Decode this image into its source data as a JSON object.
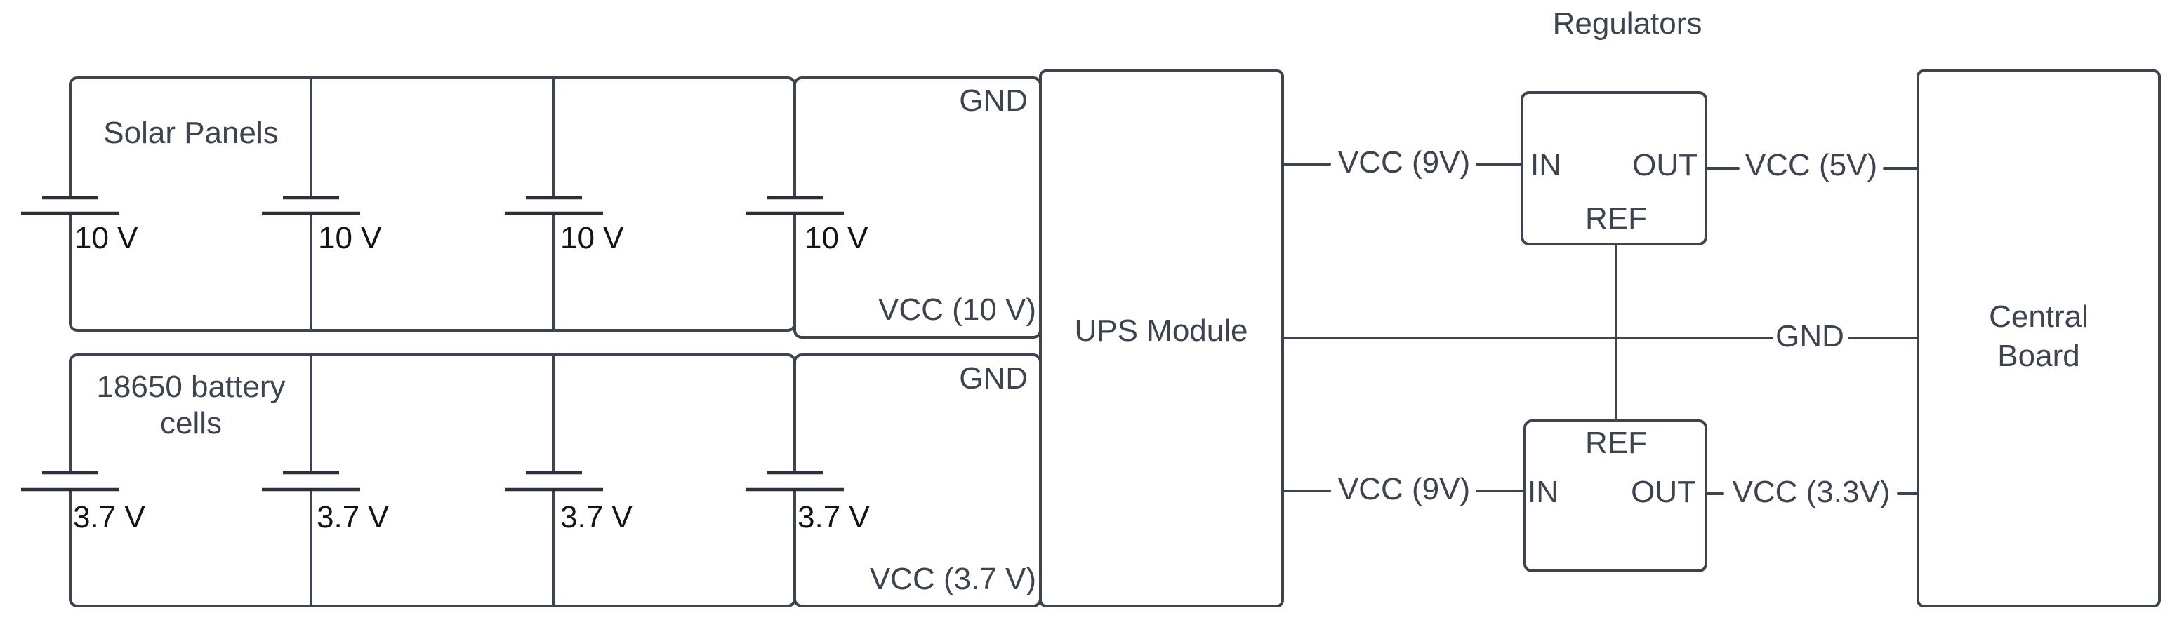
{
  "regulators_title": "Regulators",
  "solar": {
    "label": "Solar Panels",
    "cells": [
      "10 V",
      "10 V",
      "10 V",
      "10 V"
    ],
    "gnd_label": "GND",
    "vcc_label": "VCC (10 V)"
  },
  "battery": {
    "label_line1": "18650 battery",
    "label_line2": "cells",
    "cells": [
      "3.7 V",
      "3.7 V",
      "3.7 V",
      "3.7 V"
    ],
    "gnd_label": "GND",
    "vcc_label": "VCC (3.7 V)"
  },
  "ups": {
    "label": "UPS Module"
  },
  "regulator_top": {
    "in_label": "IN",
    "out_label": "OUT",
    "ref_label": "REF",
    "input_wire": "VCC (9V)",
    "output_wire": "VCC (5V)"
  },
  "regulator_bottom": {
    "in_label": "IN",
    "out_label": "OUT",
    "ref_label": "REF",
    "input_wire": "VCC (9V)",
    "output_wire": "VCC (3.3V)"
  },
  "gnd_wire": "GND",
  "central_board": {
    "line1": "Central",
    "line2": "Board"
  }
}
